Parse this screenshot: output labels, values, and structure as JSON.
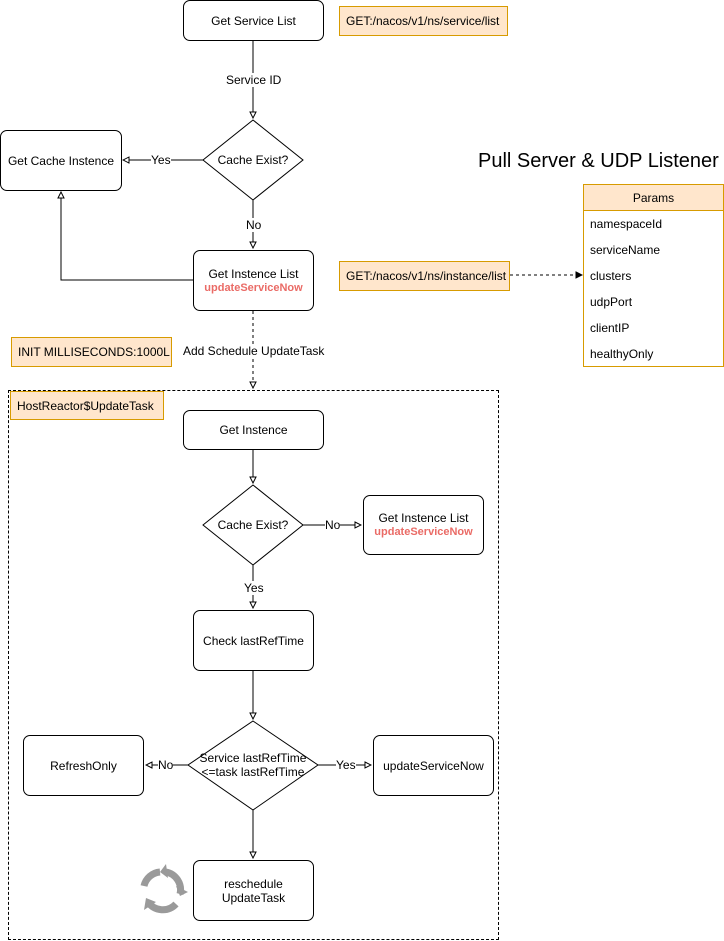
{
  "title": "Pull Server & UDP Listener",
  "nodes": {
    "get_service_list": "Get Service List",
    "cache_exist_1": "Cache Exist?",
    "get_cache_instence": "Get Cache Instence",
    "get_instence_list_1": "Get Instence List",
    "update_service_now_1": "updateServiceNow",
    "get_instence": "Get Instence",
    "cache_exist_2": "Cache Exist?",
    "get_instence_list_2": "Get Instence List",
    "update_service_now_2": "updateServiceNow",
    "check_last_ref_time": "Check lastRefTime",
    "compare_line1": "Service lastRefTime",
    "compare_line2": "<=task lastRefTime",
    "refresh_only": "RefreshOnly",
    "update_service_now_3": "updateServiceNow",
    "reschedule_line1": "reschedule",
    "reschedule_line2": "UpdateTask"
  },
  "notes": {
    "service_list_api": "GET:/nacos/v1/ns/service/list",
    "instance_list_api": "GET:/nacos/v1/ns/instance/list",
    "init_ms": "INIT MILLISECONDS:1000L",
    "update_task": "HostReactor$UpdateTask"
  },
  "edges": {
    "service_id": "Service ID",
    "yes_1": "Yes",
    "no_1": "No",
    "add_schedule": "Add Schedule UpdateTask",
    "no_2": "No",
    "yes_2": "Yes",
    "no_3": "No",
    "yes_3": "Yes"
  },
  "params": {
    "header": "Params",
    "items": [
      "namespaceId",
      "serviceName",
      "clusters",
      "udpPort",
      "clientIP",
      "healthyOnly"
    ]
  },
  "icons": {
    "refresh": "refresh-cycle-icon"
  },
  "colors": {
    "note_fill": "#ffe6cc",
    "note_stroke": "#d79b00",
    "emphasis": "#ea6b66"
  }
}
